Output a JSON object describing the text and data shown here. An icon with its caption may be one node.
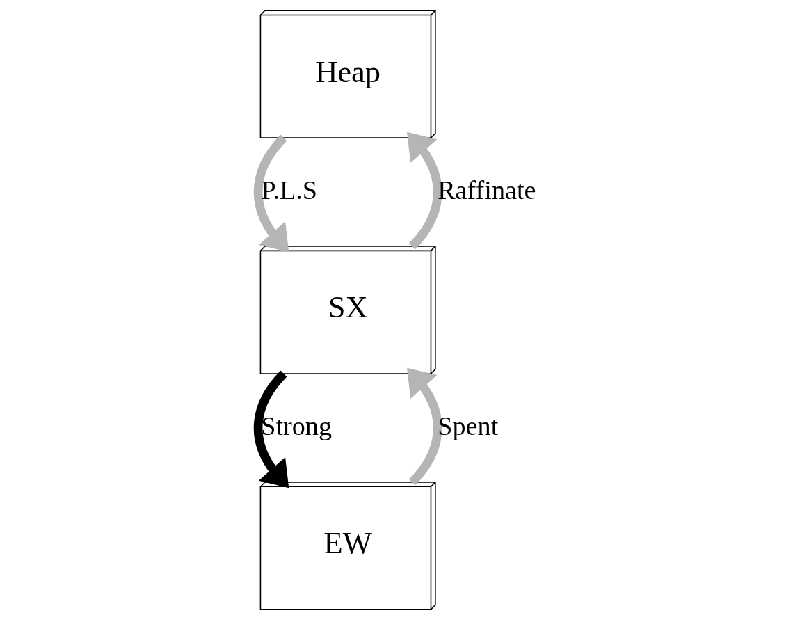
{
  "diagram": {
    "nodes": [
      {
        "text": [
          "Heap"
        ]
      },
      {
        "text": [
          "SX"
        ]
      },
      {
        "text": [
          "EW"
        ]
      }
    ],
    "edges": [
      {
        "from": 0,
        "to": 1,
        "arrow": "to",
        "label": "P.L.S"
      },
      {
        "from": 1,
        "to": 0,
        "arrow": "to",
        "label": "Raffinate"
      },
      {
        "from": 1,
        "to": 2,
        "arrow": "to",
        "label": "Strong",
        "color": "#000000"
      },
      {
        "from": 2,
        "to": 1,
        "arrow": "to",
        "label": "Spent"
      }
    ]
  }
}
